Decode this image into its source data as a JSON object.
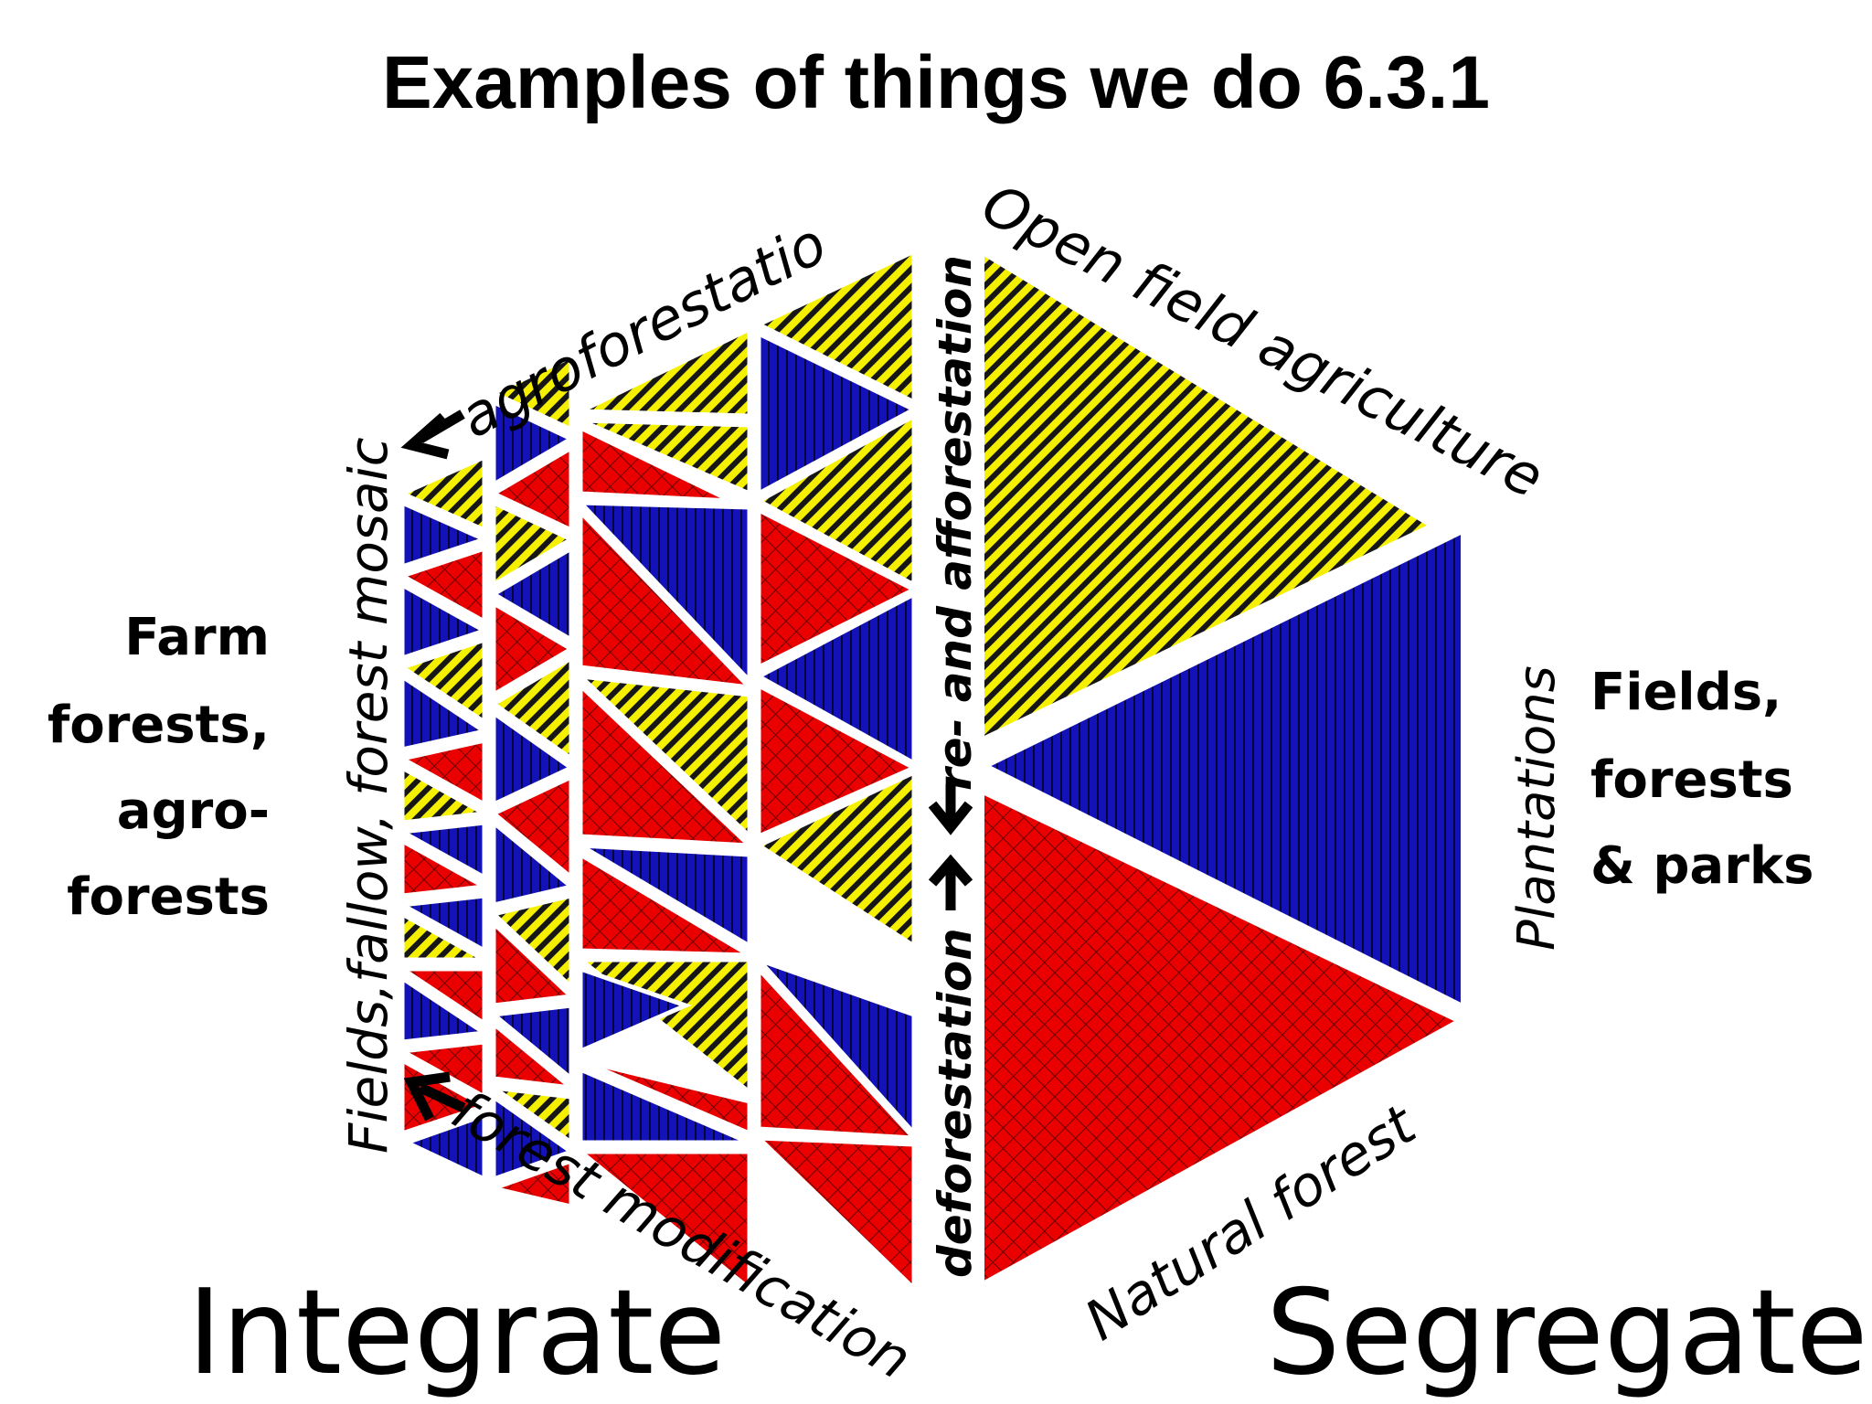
{
  "title": "Examples of things we do 6.3.1",
  "labels": {
    "open_field_agriculture": "Open field agriculture",
    "plantations": "Plantations",
    "natural_forest": "Natural forest",
    "forest_modification": "forest modification",
    "fields_fallow_forest_mosaic": "Fields,fallow, forest mosaic",
    "agroforestation": "agroforestatio",
    "re_and_afforestation": "re- and afforestation",
    "deforestation": "deforestation"
  },
  "left_caption": [
    "Farm",
    "forests,",
    "agro-",
    "forests"
  ],
  "right_caption": [
    "Fields,",
    "forests",
    "& parks"
  ],
  "bottom_left": "Integrate",
  "bottom_right": "Segregate",
  "colors": {
    "agriculture_yellow": "#f5f000",
    "plantation_blue": "#1010b0",
    "forest_red": "#e80000",
    "pattern_line": "#111111",
    "gap": "#ffffff"
  },
  "icons": [
    "arrow-left-icon",
    "arrow-down-icon",
    "arrow-up-icon",
    "arrow-right-icon"
  ]
}
